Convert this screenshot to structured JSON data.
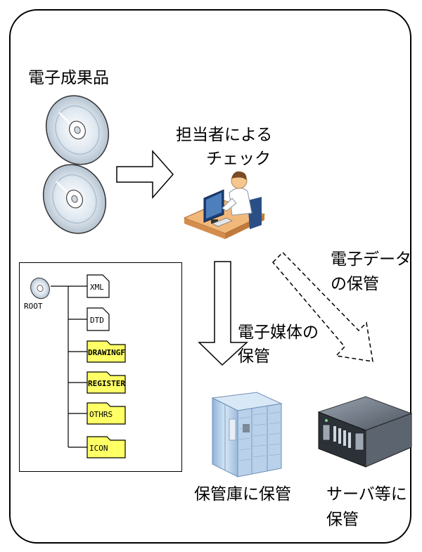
{
  "labels": {
    "electronic_deliverables": "電子成果品",
    "check_line1": "担当者による",
    "check_line2": "チェック",
    "edata_line1": "電子データ",
    "edata_line2": "の保管",
    "media_line1": "電子媒体の",
    "media_line2": "保管",
    "cabinet_storage": "保管庫に保管",
    "server_line1": "サーバ等に",
    "server_line2": "保管"
  },
  "tree": {
    "root": "ROOT",
    "files": [
      "XML",
      "DTD"
    ],
    "folders": [
      "DRAWINGF",
      "REGISTER",
      "OTHRS",
      "ICON"
    ]
  },
  "colors": {
    "folder_fill": "#ffff66",
    "desk": "#f2b87a",
    "monitor": "#1c3f75",
    "server_body": "#5c6470",
    "cabinet": "#b9d1ea"
  }
}
